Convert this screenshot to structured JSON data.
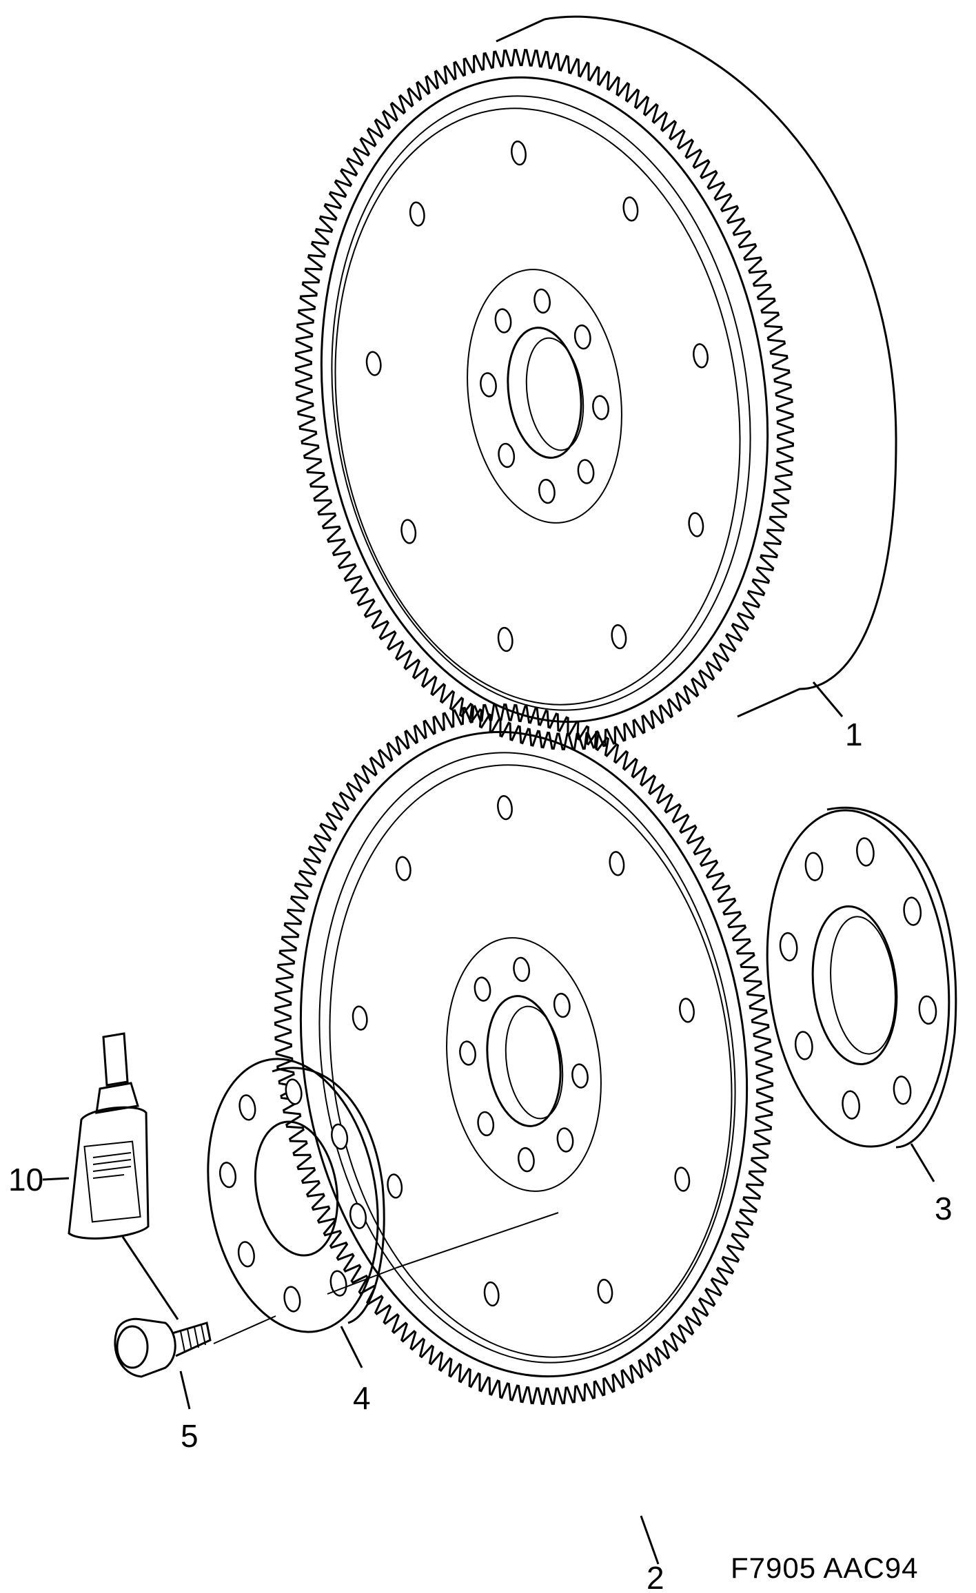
{
  "drawing_code": "F7905  AAC94",
  "callouts": [
    {
      "id": "1",
      "label": "1"
    },
    {
      "id": "2",
      "label": "2"
    },
    {
      "id": "3",
      "label": "3"
    },
    {
      "id": "4",
      "label": "4"
    },
    {
      "id": "5",
      "label": "5"
    },
    {
      "id": "10",
      "label": "10"
    }
  ]
}
